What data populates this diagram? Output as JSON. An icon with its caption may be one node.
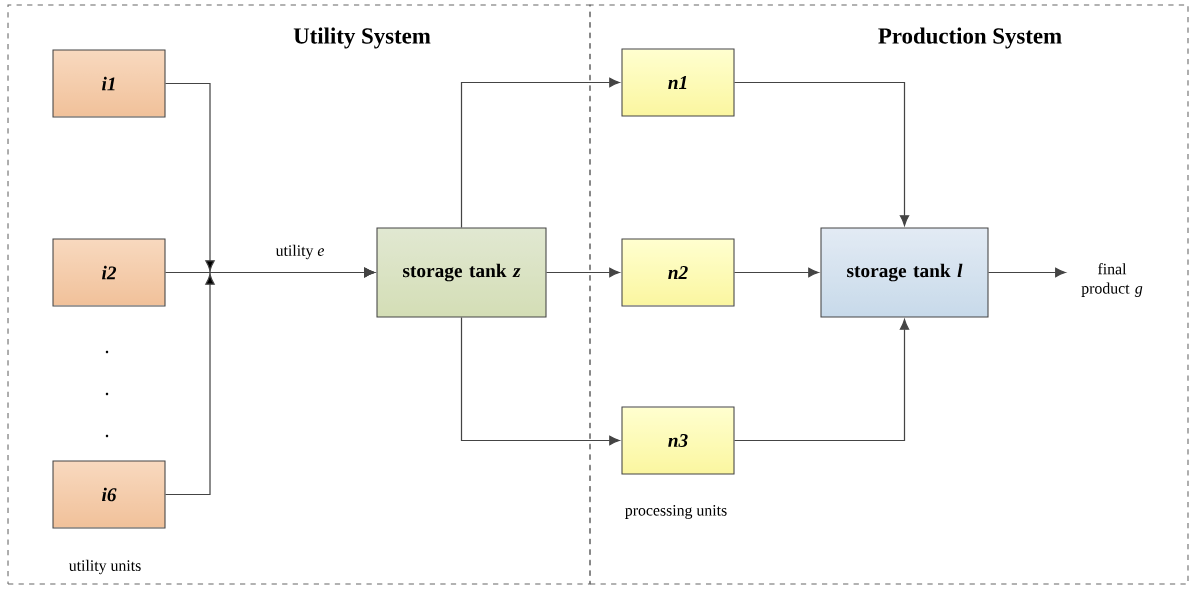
{
  "diagram": {
    "nodes": [
      {
        "text": [
          "Utility System"
        ]
      },
      {
        "text": [
          "Production System"
        ]
      },
      {
        "text": [
          "i1"
        ],
        "in": 0
      },
      {
        "text": [
          "i2"
        ],
        "in": 0
      },
      {
        "text": [
          "i6"
        ],
        "in": 0
      },
      {
        "text": [
          "storage tank *z*"
        ],
        "in": 0
      },
      {
        "text": [
          "n1"
        ],
        "in": 1
      },
      {
        "text": [
          "n2"
        ],
        "in": 1
      },
      {
        "text": [
          "n3"
        ],
        "in": 1
      },
      {
        "text": [
          "storage tank *l*"
        ],
        "in": 1
      },
      {
        "text": [
          "final product *g*"
        ],
        "in": 1
      }
    ],
    "edges": [
      {
        "from": 2,
        "to": 5,
        "arrow": "to"
      },
      {
        "from": 3,
        "to": 5,
        "arrow": "to",
        "label": "utility *e*"
      },
      {
        "from": 4,
        "to": 5,
        "arrow": "to"
      },
      {
        "from": 5,
        "to": 6,
        "arrow": "to"
      },
      {
        "from": 5,
        "to": 7,
        "arrow": "to"
      },
      {
        "from": 5,
        "to": 8,
        "arrow": "to"
      },
      {
        "from": 6,
        "to": 9,
        "arrow": "to"
      },
      {
        "from": 7,
        "to": 9,
        "arrow": "to"
      },
      {
        "from": 8,
        "to": 9,
        "arrow": "to"
      },
      {
        "from": 9,
        "to": 10,
        "arrow": "to"
      }
    ],
    "labels": [
      "utility units",
      "processing units"
    ]
  }
}
